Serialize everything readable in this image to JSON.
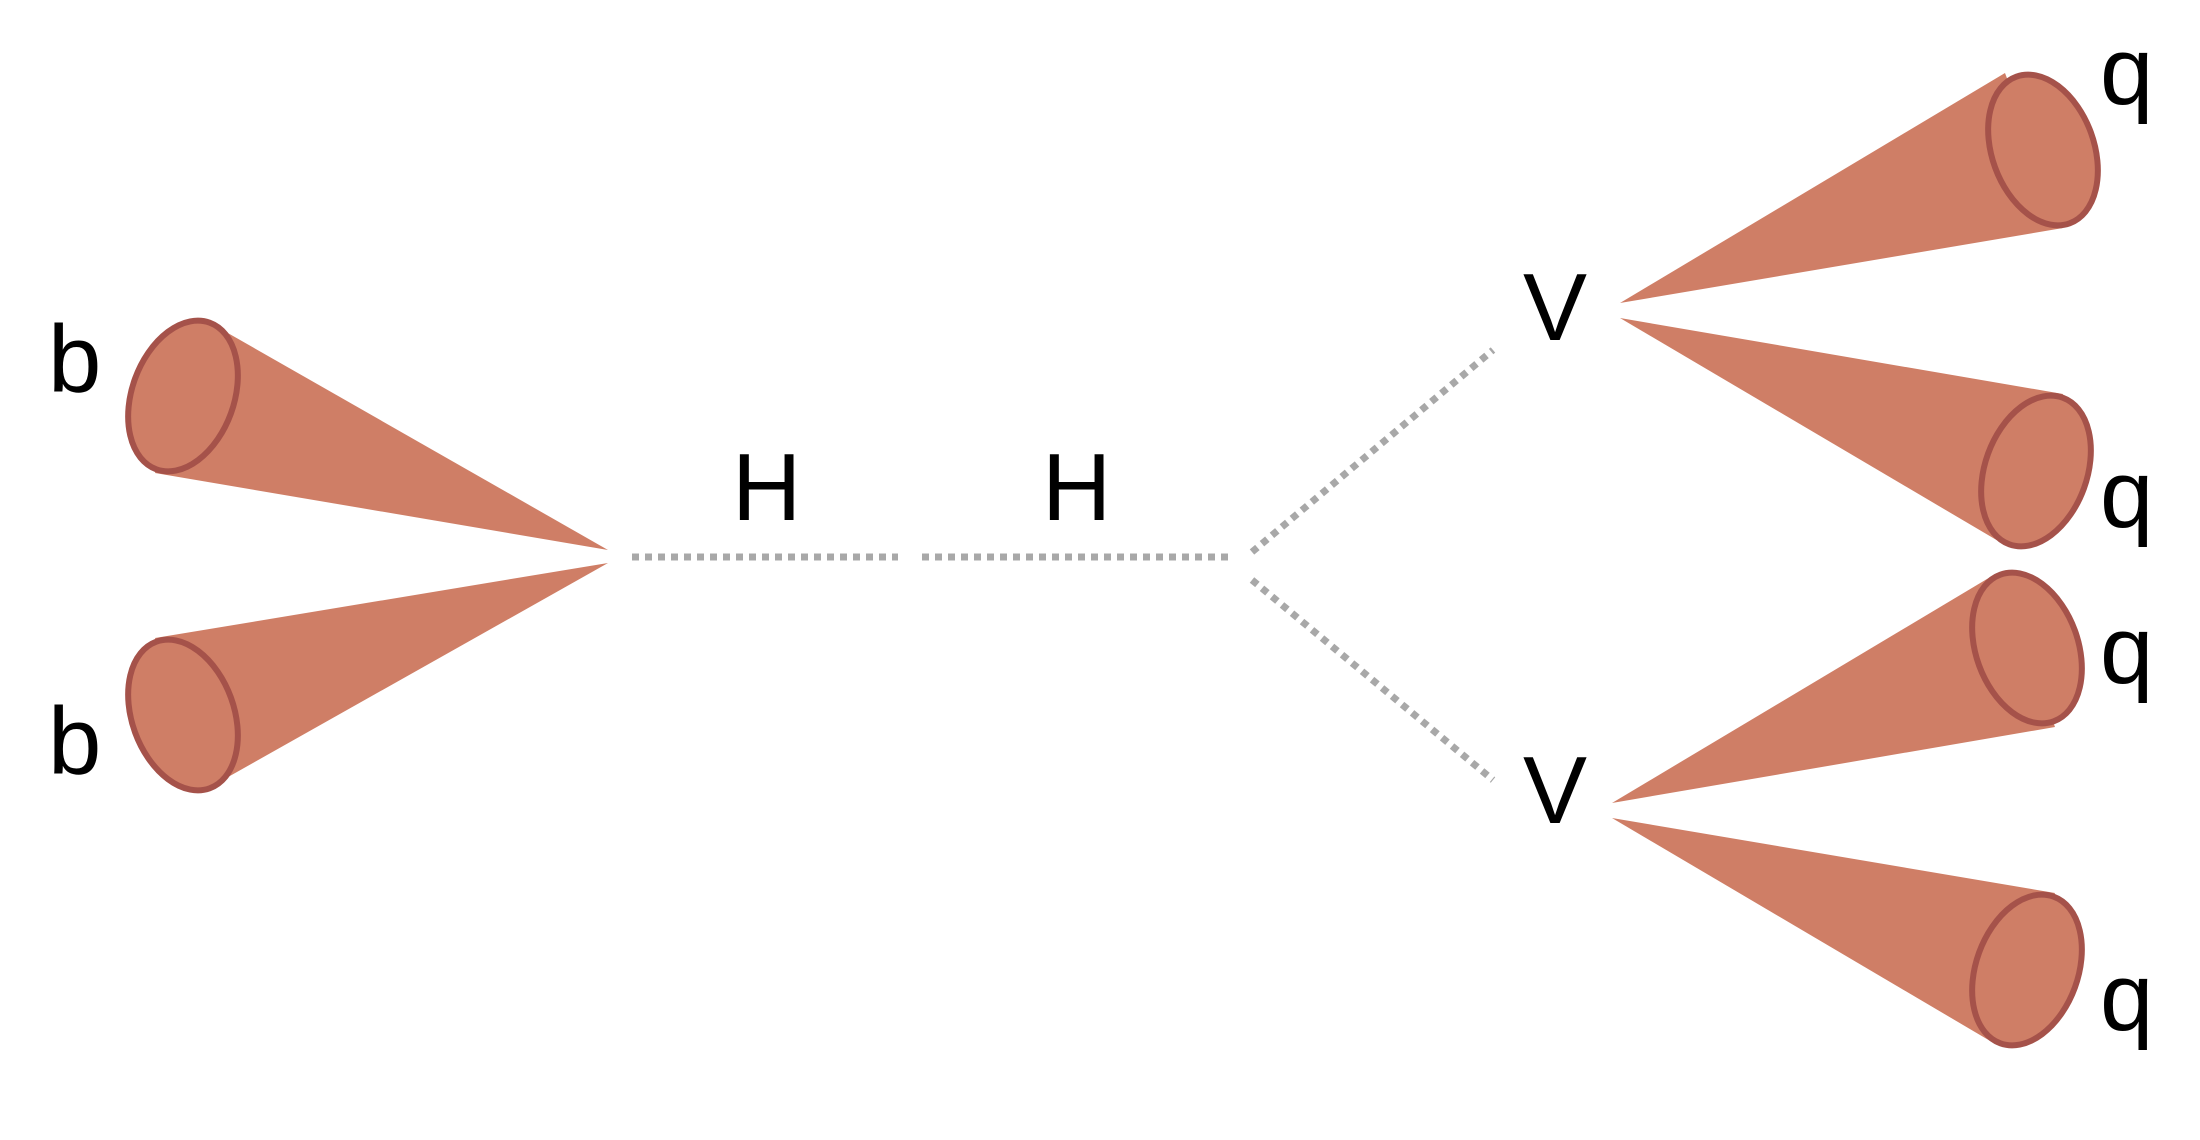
{
  "diagram": {
    "left_jets": {
      "upper_label": "b",
      "lower_label": "b"
    },
    "higgs": {
      "left_label": "H",
      "right_label": "H"
    },
    "vector_bosons": {
      "upper_label": "V",
      "lower_label": "V"
    },
    "quark_jets": [
      "q",
      "q",
      "q",
      "q"
    ],
    "colors": {
      "jet_fill": "#cf7e66",
      "jet_outline": "#a5524a",
      "propagator": "#a8a8a8",
      "text": "#000000"
    }
  }
}
